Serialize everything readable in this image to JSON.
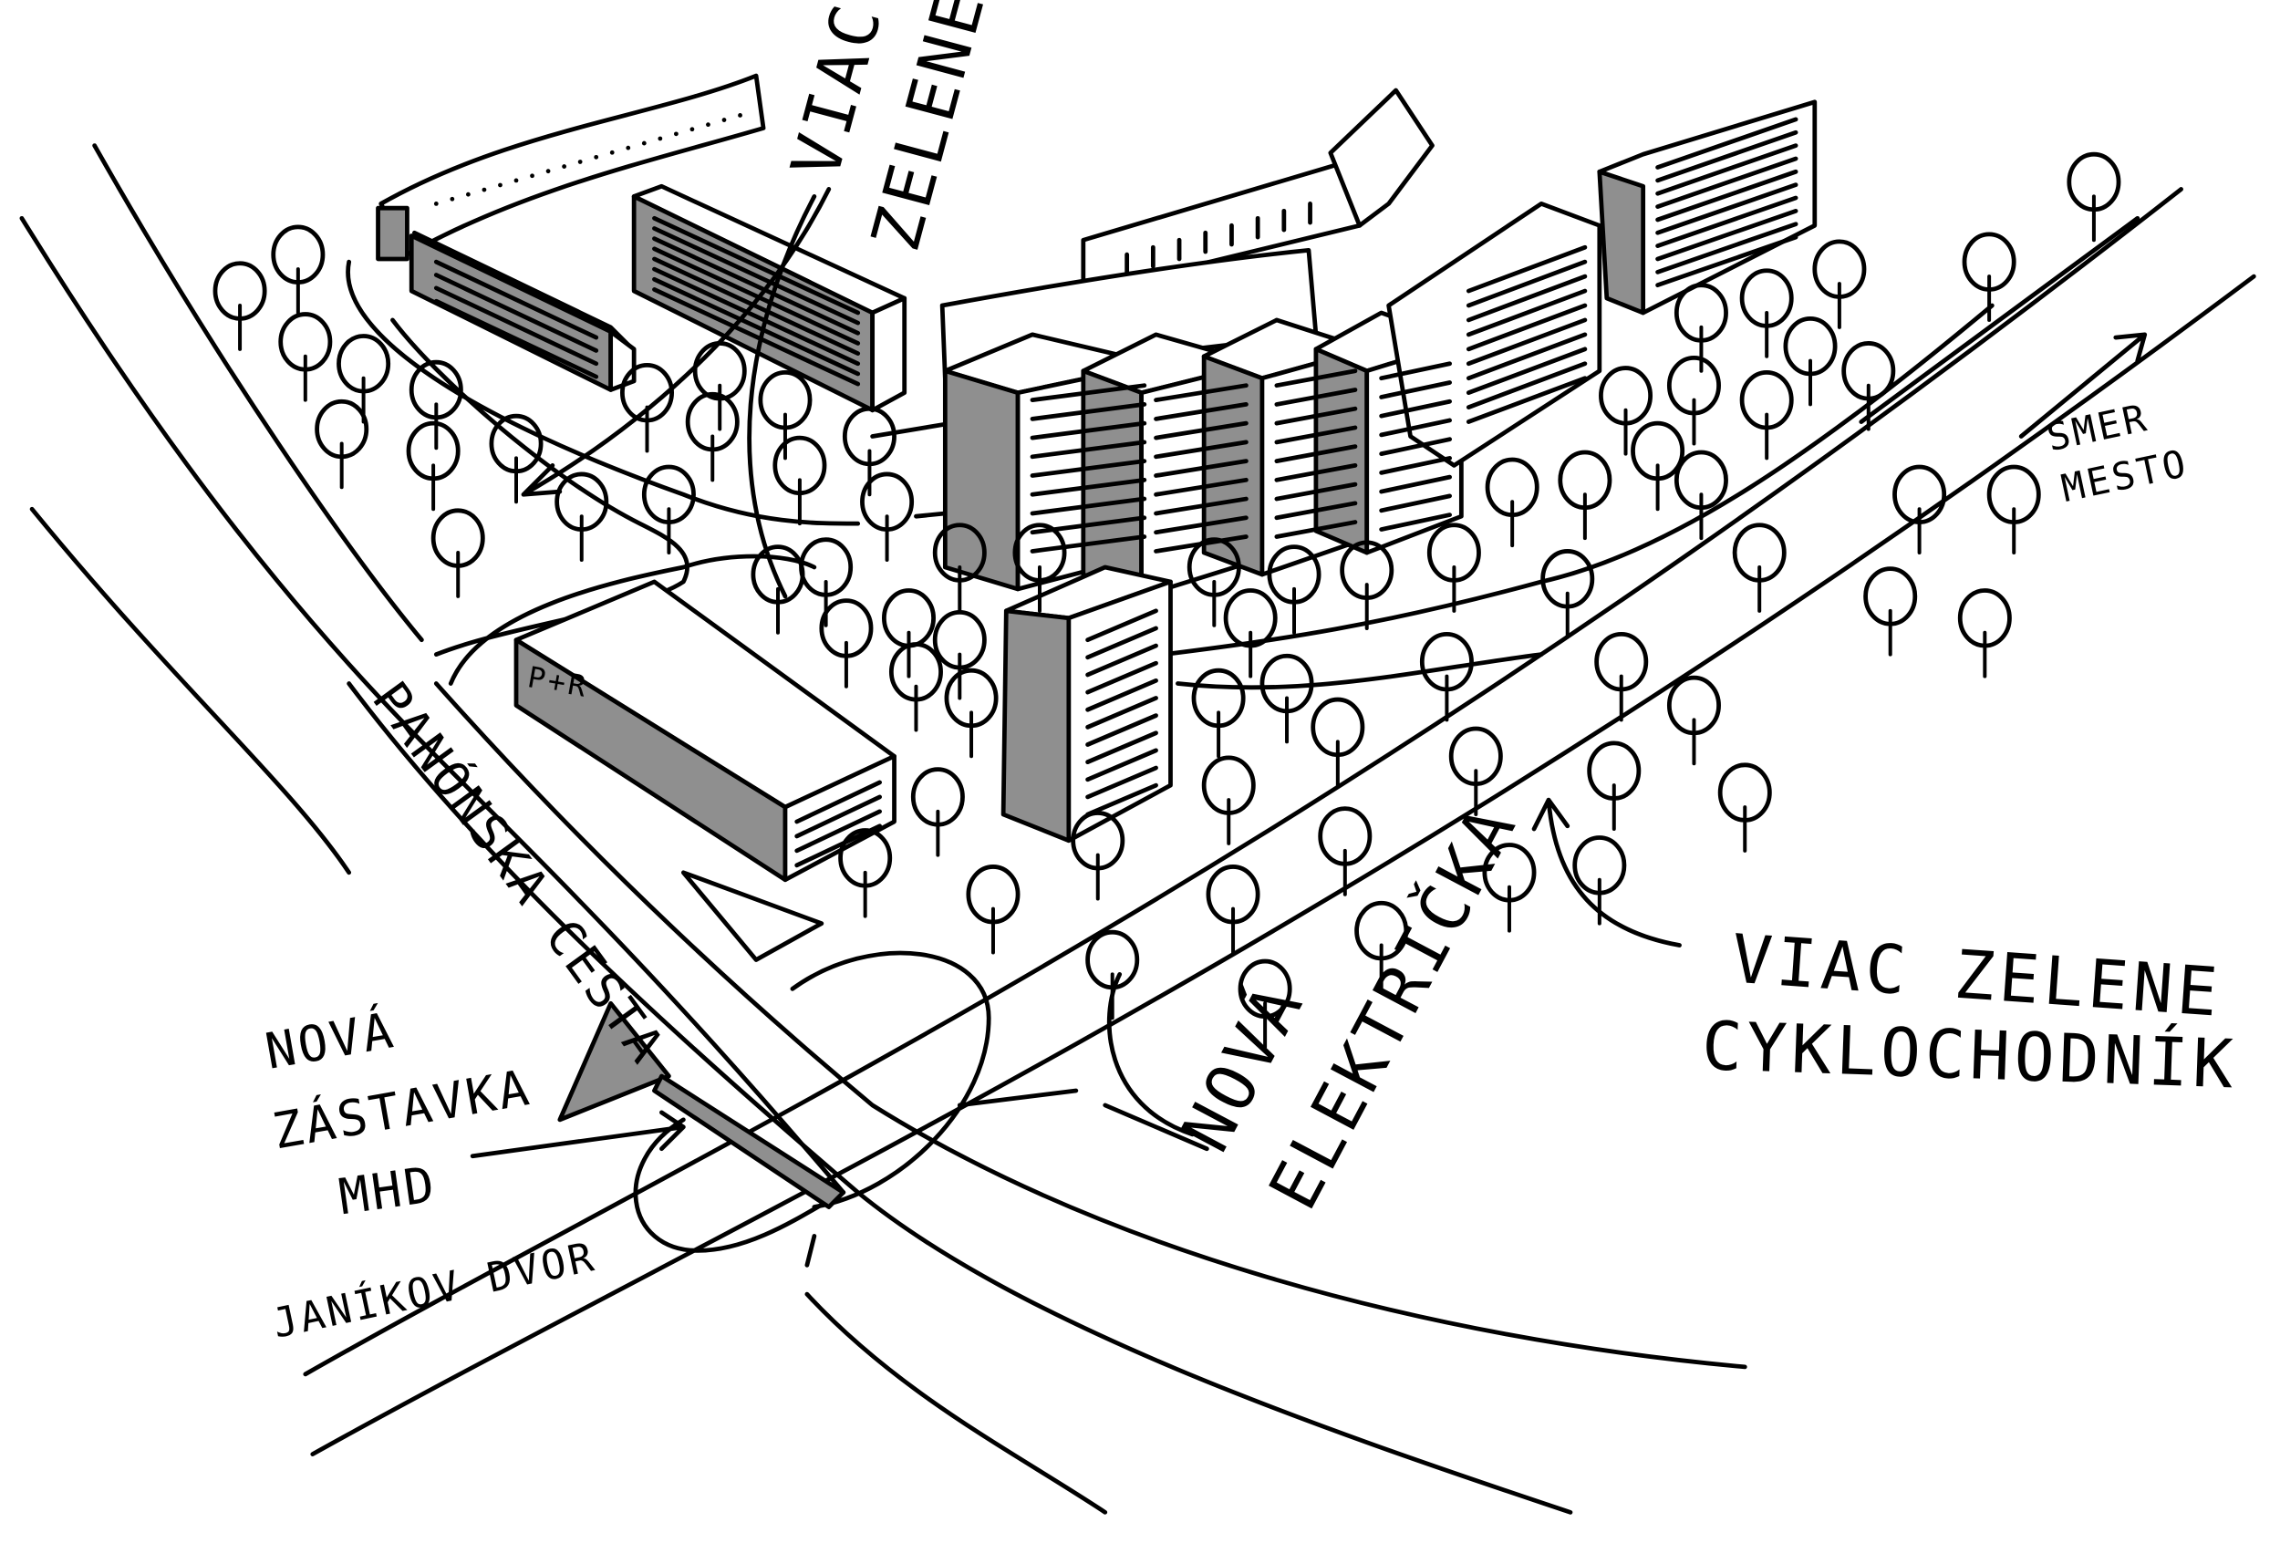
{
  "labels": {
    "greenery_top": [
      "VIAC",
      "ZELENE"
    ],
    "road_name": "PANÓNSKA CESTA",
    "parking": "P+R",
    "direction": [
      "SMER",
      "MESTO"
    ],
    "stop": [
      "NOVÁ",
      "ZÁSTAVKA",
      "MHD",
      "JANÍKOV DVOR"
    ],
    "tram": [
      "NOVÁ",
      "ELEKTRIČKA"
    ],
    "greenery_right": [
      "VIAC ZELENE",
      "CYKLOCHODNÍK"
    ]
  },
  "colors": {
    "ink": "#000000",
    "shade": "#8f8f8f",
    "paper": "#ffffff"
  }
}
